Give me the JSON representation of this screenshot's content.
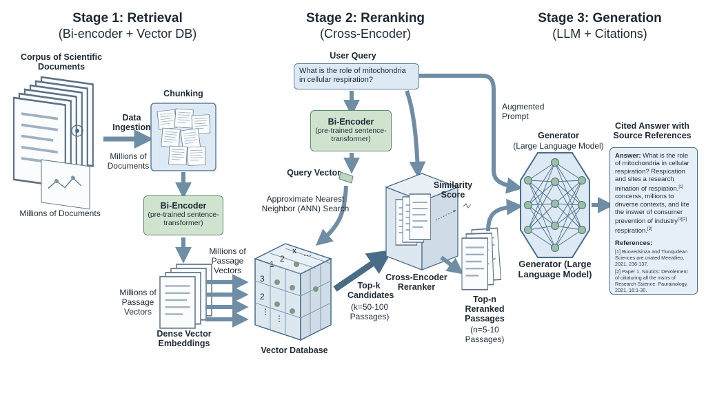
{
  "stages": [
    {
      "title": "Stage 1: Retrieval",
      "subtitle": "(Bi-encoder + Vector DB)"
    },
    {
      "title": "Stage 2: Reranking",
      "subtitle": "(Cross-Encoder)"
    },
    {
      "title": "Stage 3: Generation",
      "subtitle": "(LLM + Citations)"
    }
  ],
  "stage1": {
    "corpus_title": "Corpus of Scientific Documents",
    "corpus_caption": "Millions of Documents",
    "ingestion_label": "Data Ingestion",
    "ingestion_caption": "Millions of Documents",
    "chunking_label": "Chunking",
    "biencoder_title": "Bi-Encoder",
    "biencoder_sub": "(pre-trained sentence-transformer)",
    "passage_vectors_left": "Millions of Passage Vectors",
    "passage_vectors_right": "Millions of Passage Vectors",
    "dense_label": "Dense Vector Embeddings",
    "vector_db_label": "Vector Database",
    "grid_marks": [
      "x",
      "1",
      "2",
      "3",
      "2",
      "⋯",
      "⋮",
      "⋮"
    ]
  },
  "stage2": {
    "user_query_label": "User Query",
    "user_query_text": "What is the role of mitochondria in cellular respiration?",
    "biencoder_title": "Bi-Encoder",
    "biencoder_sub": "(pre-trained sentence-transformer)",
    "query_vector_label": "Query Vector",
    "ann_label": "Approximate Nearest Neighbor (ANN) Search",
    "topk_title": "Top-k Candidates",
    "topk_sub": "(k=50-100 Passages)",
    "similarity_label": "Similarity Score",
    "reranker_label": "Cross-Encoder Reranker",
    "topn_title": "Top-n Reranked Passages",
    "topn_sub": "(n=5-10 Passages)"
  },
  "stage3": {
    "augmented_label": "Augmented Prompt",
    "generator_top_title": "Generator",
    "generator_top_sub": "(Large Language Model)",
    "generator_bottom": "Generator (Large Language Model)",
    "cited_title": "Cited Answer with Source References",
    "answer_label": "Answer:",
    "answer_text": "What is the role of mitochondria in cellular respiration? Respication and sites a research inination of respiation.",
    "answer_cite1": "[1]",
    "answer_text2": "concerss, millions to dnverse contexts, and lite the inswer of consumer prevention of industry",
    "answer_cite2": "[1][2]",
    "answer_text3": "respiration.",
    "answer_cite3": "[3]",
    "references_label": "References:",
    "ref1": "[1] Buovedsinza and Tlunqudean Sciences are criated Meeatlieo, 2021, 236-137.",
    "ref2": "[2] Paper 1. Noutics: Devolement of ciitaturing all the msrrs of Research Ssience. Paurainology, 2021, 16:1-30."
  },
  "colors": {
    "accent": "#4a6c86",
    "green_box": "#cfe3cf",
    "blue_box": "#dde9f4",
    "arrow": "#6f8ea6"
  }
}
